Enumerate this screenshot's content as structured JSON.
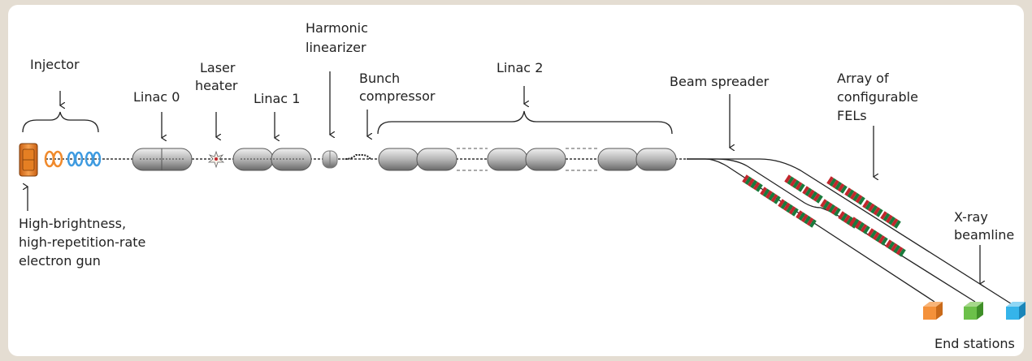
{
  "labels": {
    "injector": "Injector",
    "linac0": "Linac 0",
    "laser_heater": [
      "Laser",
      "heater"
    ],
    "linac1": "Linac 1",
    "harmonic_linearizer": [
      "Harmonic",
      "linearizer"
    ],
    "bunch_compressor": [
      "Bunch",
      "compressor"
    ],
    "linac2": "Linac 2",
    "beam_spreader": "Beam spreader",
    "fel_array": [
      "Array of",
      "configurable",
      "FELs"
    ],
    "xray_beamline": [
      "X-ray",
      "beamline"
    ],
    "electron_gun": [
      "High-brightness,",
      "high-repetition-rate",
      "electron gun"
    ],
    "end_stations": "End stations"
  },
  "colors": {
    "background": "#e4ddd2",
    "panel": "#ffffff",
    "gun": "#f08a2c",
    "injector_orange": "#f08a2c",
    "injector_blue": "#3f9be0",
    "cryomodule_fill": "#b8b8b8",
    "undulator_red": "#c1272d",
    "undulator_green": "#1a7a3c",
    "end_station_orange": "#f4913a",
    "end_station_green": "#6cc04a",
    "end_station_blue": "#35b4ea"
  }
}
